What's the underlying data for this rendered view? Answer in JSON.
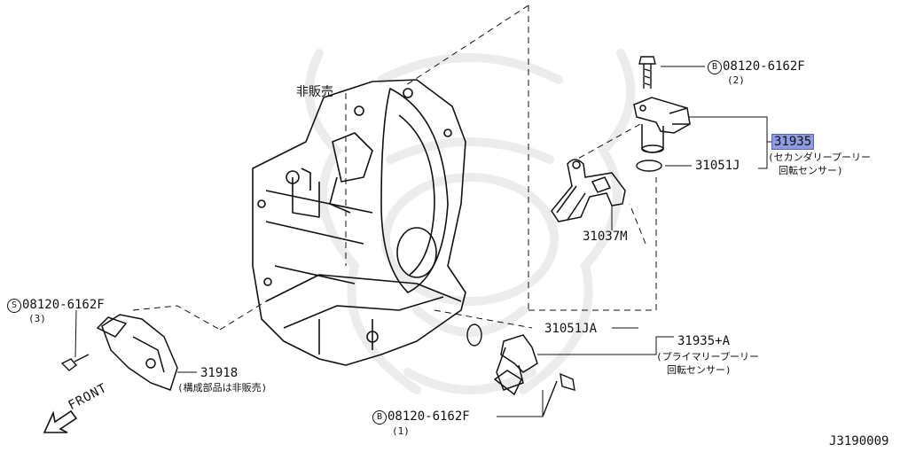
{
  "labels": {
    "not_sold": "非販売",
    "bolt_top": {
      "symbol": "B",
      "code": "08120-6162F",
      "qty": "(2)"
    },
    "sensor_secondary": {
      "part": "31935",
      "desc1": "(セカンダリープーリー",
      "desc2": "回転センサー)"
    },
    "oring_top": "31051J",
    "bracket": "31037M",
    "bolt_left": {
      "symbol": "S",
      "code": "08120-6162F",
      "qty": "(3)"
    },
    "oring_bottom": "31051JA",
    "sensor_primary": {
      "part": "31935+A",
      "desc1": "(プライマリープーリー",
      "desc2": "回転センサー)"
    },
    "switch": {
      "part": "31918",
      "desc": "(構成部品は非販売)"
    },
    "bolt_bottom": {
      "symbol": "B",
      "code": "08120-6162F",
      "qty": "(1)"
    },
    "front": "FRONT",
    "diagram_id": "J3190009"
  },
  "colors": {
    "highlight": "#8e9be0",
    "line": "#111111",
    "watermark": "#ececec"
  }
}
